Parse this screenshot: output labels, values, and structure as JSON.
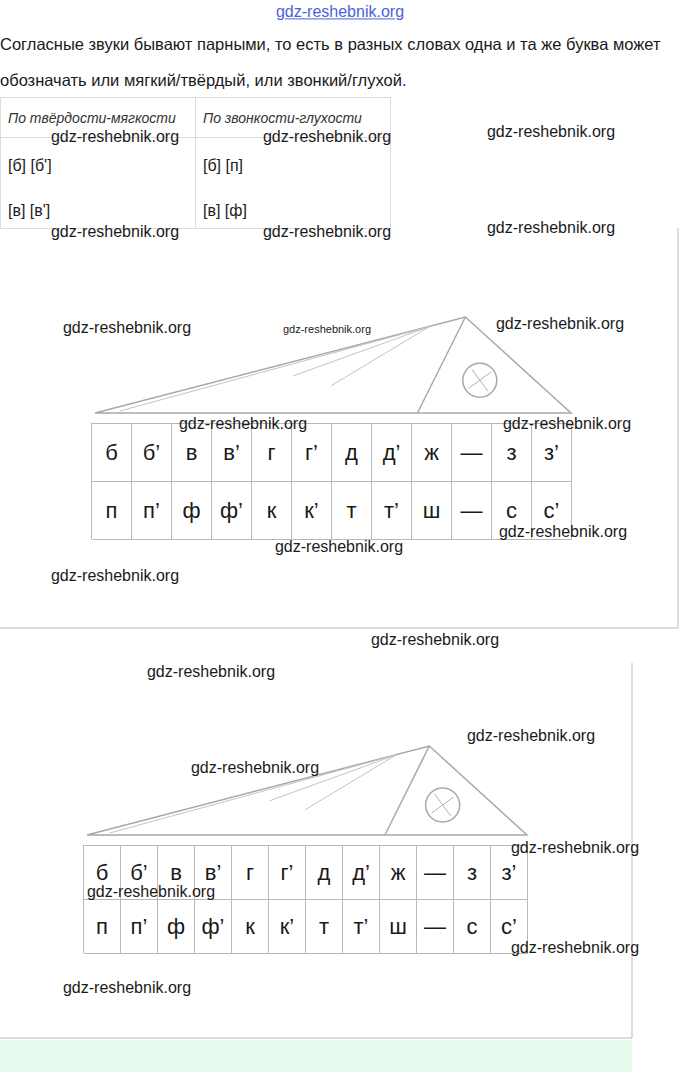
{
  "diagram": {
    "nodes": [
      {
        "text": [
          "б",
          "б’",
          "в",
          "в’",
          "г",
          "г’",
          "д",
          "д’",
          "ж",
          "—",
          "з",
          "з’",
          "п",
          "п’",
          "ф",
          "ф’",
          "к",
          "к’",
          "т",
          "т’",
          "ш",
          "—",
          "с",
          "с’"
        ]
      },
      {
        "text": [
          "б",
          "б’",
          "в",
          "в’",
          "г",
          "г’",
          "д",
          "д’",
          "ж",
          "—",
          "з",
          "з’",
          "п",
          "п’",
          "ф",
          "ф’",
          "к",
          "к’",
          "т",
          "т’",
          "ш",
          "—",
          "с",
          "с’"
        ]
      }
    ],
    "labels": [
      "gdz-reshebnik.org",
      "Согласные звуки бывают парными, то есть в разных словах одна и та же буква может обозначать или мягкий/твёрдый, или звонкий/глухой.",
      "По твёрдости-мягкости",
      "По звонкости-глухости",
      "gdz-reshebnik.org",
      "gdz-reshebnik.org",
      "gdz-reshebnik.org",
      "[б] [б']",
      "[б] [п]",
      "[в] [в']",
      "[в] [ф]",
      "gdz-reshebnik.org",
      "gdz-reshebnik.org",
      "gdz-reshebnik.org",
      "gdz-reshebnik.org",
      "gdz-reshebnik.org",
      "gdz-reshebnik.org",
      "gdz-reshebnik.org",
      "gdz-reshebnik.org",
      "gdz-reshebnik.org",
      "gdz-reshebnik.org",
      "gdz-reshebnik.org",
      "gdz-reshebnik.org",
      "gdz-reshebnik.org",
      "gdz-reshebnik.org",
      "gdz-reshebnik.org",
      "gdz-reshebnik.org",
      "gdz-reshebnik.org",
      "gdz-reshebnik.org",
      "gdz-reshebnik.org"
    ]
  }
}
